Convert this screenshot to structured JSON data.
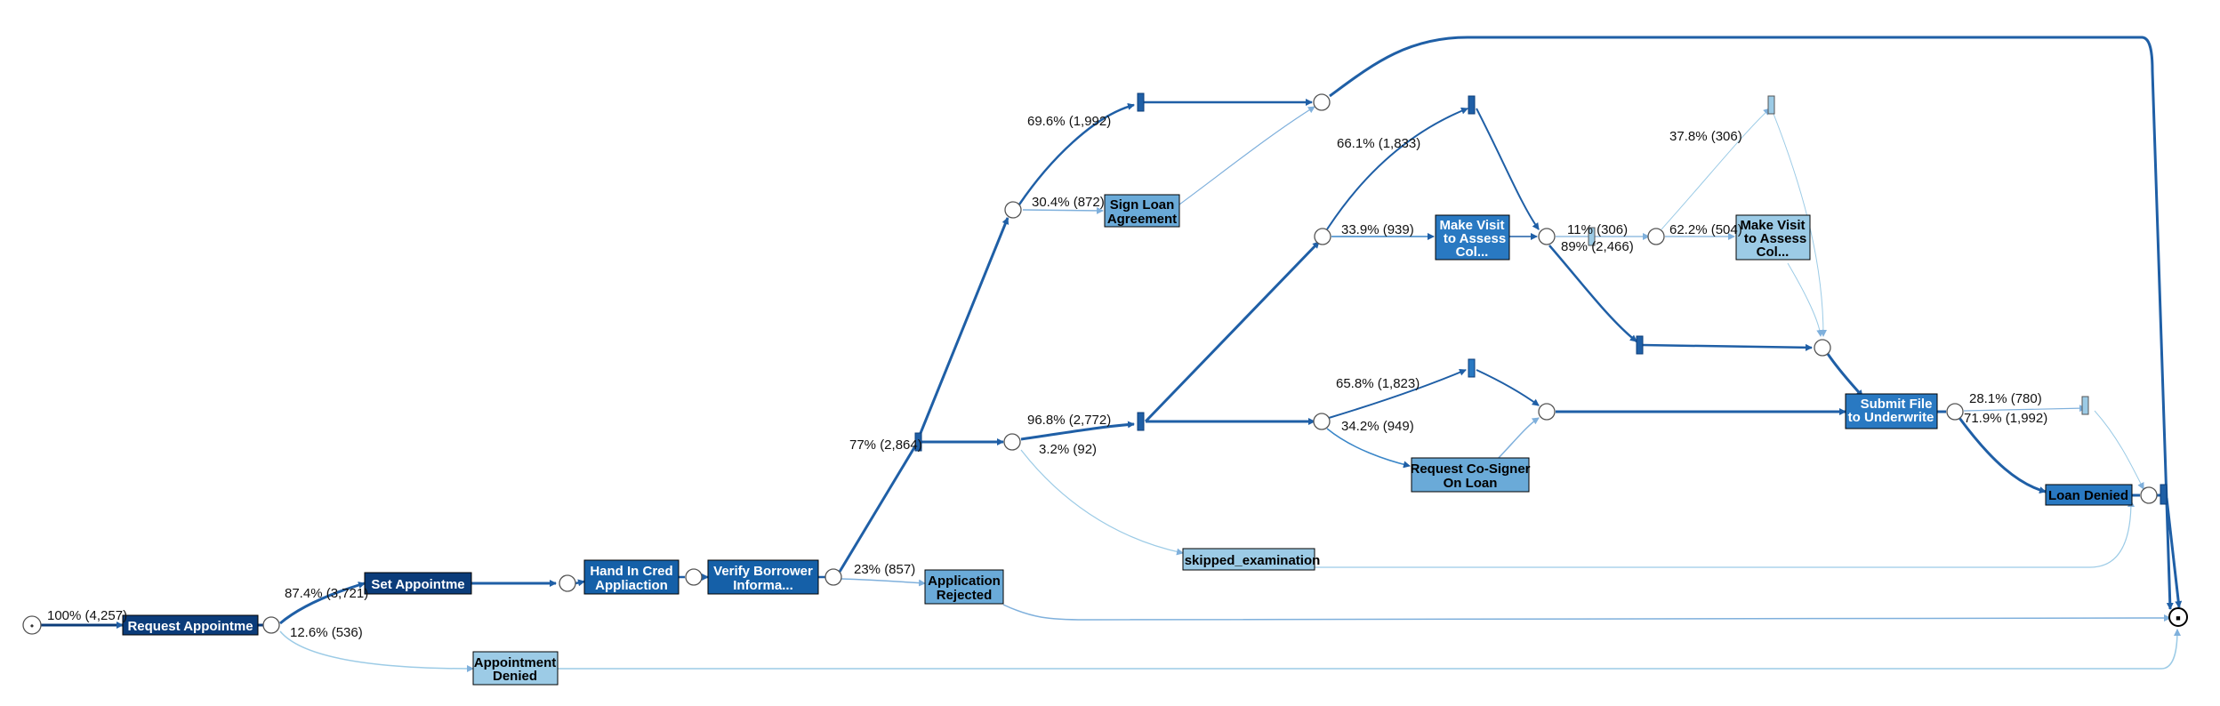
{
  "colors": {
    "edge": "#1f5fa6",
    "edge_light": "#7fb0dc",
    "task_dark": "#0b3c7a",
    "task_mid": "#1560a8",
    "task_blue": "#2979c2",
    "task_light": "#6aaad8",
    "task_pale": "#9ccbe6",
    "task_text_light": "#ffffff",
    "task_text_dark": "#000000",
    "transition_fill": "#3a86c8"
  },
  "places": {
    "source_symbol": "•",
    "sink_symbol": "■"
  },
  "tasks": {
    "request_appointment": "Request Appointme",
    "set_appointment": "Set Appointme",
    "hand_in_credit": [
      "Hand In Cred",
      "Appliaction"
    ],
    "verify_borrower": [
      "Verify Borrower",
      "Informa..."
    ],
    "application_rejected": [
      "Application",
      "Rejected"
    ],
    "appointment_denied": [
      "Appointment",
      "Denied"
    ],
    "sign_loan_agreement": [
      "Sign Loan",
      "Agreement"
    ],
    "make_visit_1": [
      "Make Visit",
      "to Assess",
      "Col..."
    ],
    "make_visit_2": [
      "Make Visit",
      "to Assess",
      "Col..."
    ],
    "request_cosigner": [
      "Request Co-Signer",
      "On Loan"
    ],
    "skipped_examination": "skipped_examination",
    "submit_file": [
      "Submit File",
      "to Underwrite"
    ],
    "loan_denied": "Loan Denied"
  },
  "edge_labels": {
    "start": "100% (4,257)",
    "set_appointment": "87.4% (3,721)",
    "appointment_denied": "12.6% (536)",
    "verify_rejected": "23% (857)",
    "verify_continue": "77% (2,864)",
    "top_branch": "69.6% (1,992)",
    "sign_loan": "30.4% (872)",
    "mid_continue": "96.8% (2,772)",
    "mid_skip": "3.2% (92)",
    "visit_split_top": "66.1% (1,833)",
    "make_visit_1": "33.9% (939)",
    "revisit": "11% (306)",
    "no_revisit": "89% (2,466)",
    "revisit_top": "37.8% (306)",
    "make_visit_2": "62.2% (504)",
    "cosigner_skip": "65.8% (1,823)",
    "cosigner": "34.2% (949)",
    "submit_denied_skip": "28.1% (780)",
    "loan_denied": "71.9% (1,992)"
  }
}
